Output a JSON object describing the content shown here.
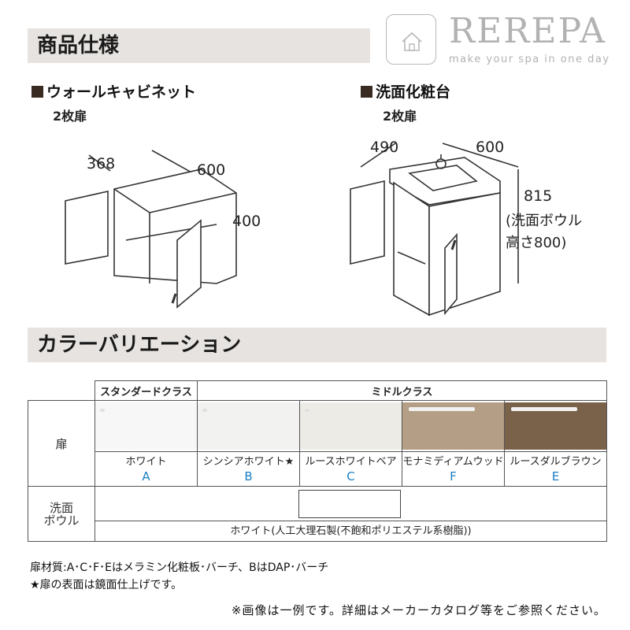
{
  "brand": {
    "name": "REREPA",
    "tagline": "make your spa in one day"
  },
  "sections": {
    "spec_title": "商品仕様",
    "color_title": "カラーバリエーション"
  },
  "products": [
    {
      "title": "ウォールキャビネット",
      "subtitle": "2枚扉",
      "dims": {
        "depth": "368",
        "width": "600",
        "height": "400"
      }
    },
    {
      "title": "洗面化粧台",
      "subtitle": "2枚扉",
      "dims": {
        "depth": "490",
        "width": "600",
        "height": "815",
        "note1": "(洗面ボウル",
        "note2": "高さ800)"
      }
    }
  ],
  "color_table": {
    "standard_header": "スタンダードクラス",
    "middle_header": "ミドルクラス",
    "door_label": "扉",
    "bowl_label_1": "洗面",
    "bowl_label_2": "ボウル",
    "colors": [
      {
        "name": "ホワイト",
        "code": "A",
        "hex": "#f7f7f7"
      },
      {
        "name": "シンシアホワイト★",
        "code": "B",
        "hex": "#f2f2f0"
      },
      {
        "name": "ルースホワイトベア",
        "code": "C",
        "hex": "#ecebe6"
      },
      {
        "name": "モナミディアムウッド",
        "code": "F",
        "hex": "#b49e85"
      },
      {
        "name": "ルースダルブラウン",
        "code": "E",
        "hex": "#7a614a"
      }
    ],
    "bowl_color_note": "ホワイト(人工大理石製(不飽和ポリエステル系樹脂))"
  },
  "notes": {
    "material": "扉材質:A･C･F･Eはメラミン化粧板･バーチ、BはDAP･バーチ",
    "mirror": "★扉の表面は鏡面仕上げです。",
    "disclaimer": "※画像は一例です。詳細はメーカーカタログ等をご参照ください。"
  }
}
